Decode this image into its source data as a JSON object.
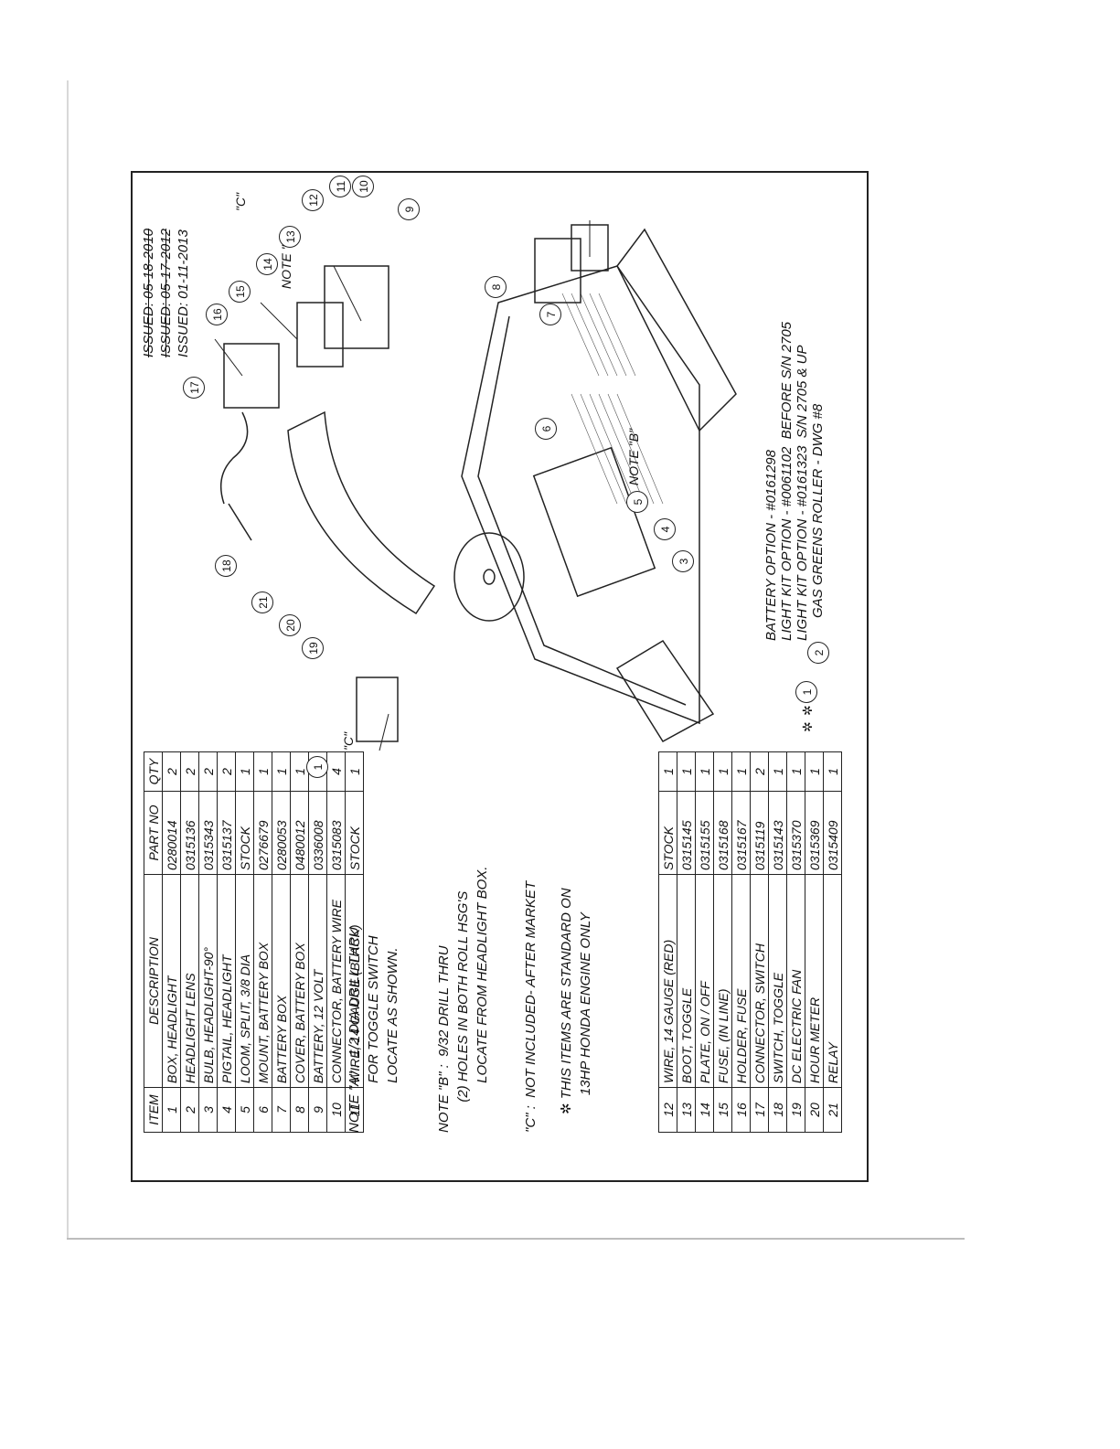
{
  "table_headers": {
    "item": "ITEM",
    "description": "DESCRIPTION",
    "part_no": "PART NO",
    "qty": "QTY"
  },
  "parts_top": [
    {
      "item": "1",
      "description": "BOX, HEADLIGHT",
      "part_no": "0280014",
      "qty": "2"
    },
    {
      "item": "2",
      "description": "HEADLIGHT LENS",
      "part_no": "0315136",
      "qty": "2"
    },
    {
      "item": "3",
      "description": "BULB, HEADLIGHT-90°",
      "part_no": "0315343",
      "qty": "2"
    },
    {
      "item": "4",
      "description": "PIGTAIL, HEADLIGHT",
      "part_no": "0315137",
      "qty": "2"
    },
    {
      "item": "5",
      "description": "LOOM, SPLIT, 3/8 DIA",
      "part_no": "STOCK",
      "qty": "1"
    },
    {
      "item": "6",
      "description": "MOUNT, BATTERY BOX",
      "part_no": "0276679",
      "qty": "1"
    },
    {
      "item": "7",
      "description": "BATTERY BOX",
      "part_no": "0280053",
      "qty": "1"
    },
    {
      "item": "8",
      "description": "COVER, BATTERY BOX",
      "part_no": "0480012",
      "qty": "1"
    },
    {
      "item": "9",
      "description": "BATTERY, 12 VOLT",
      "part_no": "0336008",
      "qty": "1"
    },
    {
      "item": "10",
      "description": "CONNECTOR, BATTERY WIRE",
      "part_no": "0315083",
      "qty": "4"
    },
    {
      "item": "11",
      "description": "WIRE, 14 GAUGE (BLACK)",
      "part_no": "STOCK",
      "qty": "1"
    }
  ],
  "parts_bottom": [
    {
      "item": "12",
      "description": "WIRE, 14 GAUGE (RED)",
      "part_no": "STOCK",
      "qty": "1"
    },
    {
      "item": "13",
      "description": "BOOT, TOGGLE",
      "part_no": "0315145",
      "qty": "1"
    },
    {
      "item": "14",
      "description": "PLATE, ON / OFF",
      "part_no": "0315155",
      "qty": "1"
    },
    {
      "item": "15",
      "description": "FUSE, (IN LINE)",
      "part_no": "0315168",
      "qty": "1"
    },
    {
      "item": "16",
      "description": "HOLDER, FUSE",
      "part_no": "0315167",
      "qty": "1"
    },
    {
      "item": "17",
      "description": "CONNECTOR, SWITCH",
      "part_no": "0315119",
      "qty": "2"
    },
    {
      "item": "18",
      "description": "SWITCH, TOGGLE",
      "part_no": "0315143",
      "qty": "1"
    },
    {
      "item": "19",
      "description": "DC ELECTRIC FAN",
      "part_no": "0315370",
      "qty": "1"
    },
    {
      "item": "20",
      "description": "HOUR METER",
      "part_no": "0315369",
      "qty": "1"
    },
    {
      "item": "21",
      "description": "RELAY",
      "part_no": "0315409",
      "qty": "1"
    }
  ],
  "marks": {
    "c_mark": "\"C\"",
    "star": "✲"
  },
  "notes": {
    "a": "NOTE \"A\" :  1/2 DIA DRILL THRU\n             FOR TOGGLE SWITCH\n             LOCATE AS SHOWN.",
    "b": "NOTE \"B\" :  9/32 DRILL THRU\n        (2) HOLES IN BOTH ROLL HSG'S\n             LOCATE FROM HEADLIGHT BOX.",
    "c": "\"C\" :  NOT INCLUDED- AFTER MARKET",
    "star": "THIS ITEMS ARE STANDARD ON\n     13HP HONDA ENGINE ONLY"
  },
  "issued": [
    "ISSUED: 05-18-2010",
    "ISSUED: 05-17-2012",
    "ISSUED: 01-11-2013"
  ],
  "options": "BATTERY OPTION - #0161298\nLIGHT KIT OPTION - #0061102  BEFORE S/N 2705\nLIGHT KIT OPTION - #0161323  S/N 2705 & UP\n      GAS GREENS ROLLER - DWG #8",
  "diagram_labels": {
    "note_a": "NOTE \"A\"",
    "note_b": "NOTE \"B\"",
    "c_label": "\"C\""
  },
  "callouts": [
    "1",
    "1",
    "2",
    "3",
    "4",
    "5",
    "6",
    "7",
    "8",
    "9",
    "10",
    "11",
    "12",
    "13",
    "14",
    "15",
    "16",
    "17",
    "18",
    "19",
    "20",
    "21"
  ]
}
